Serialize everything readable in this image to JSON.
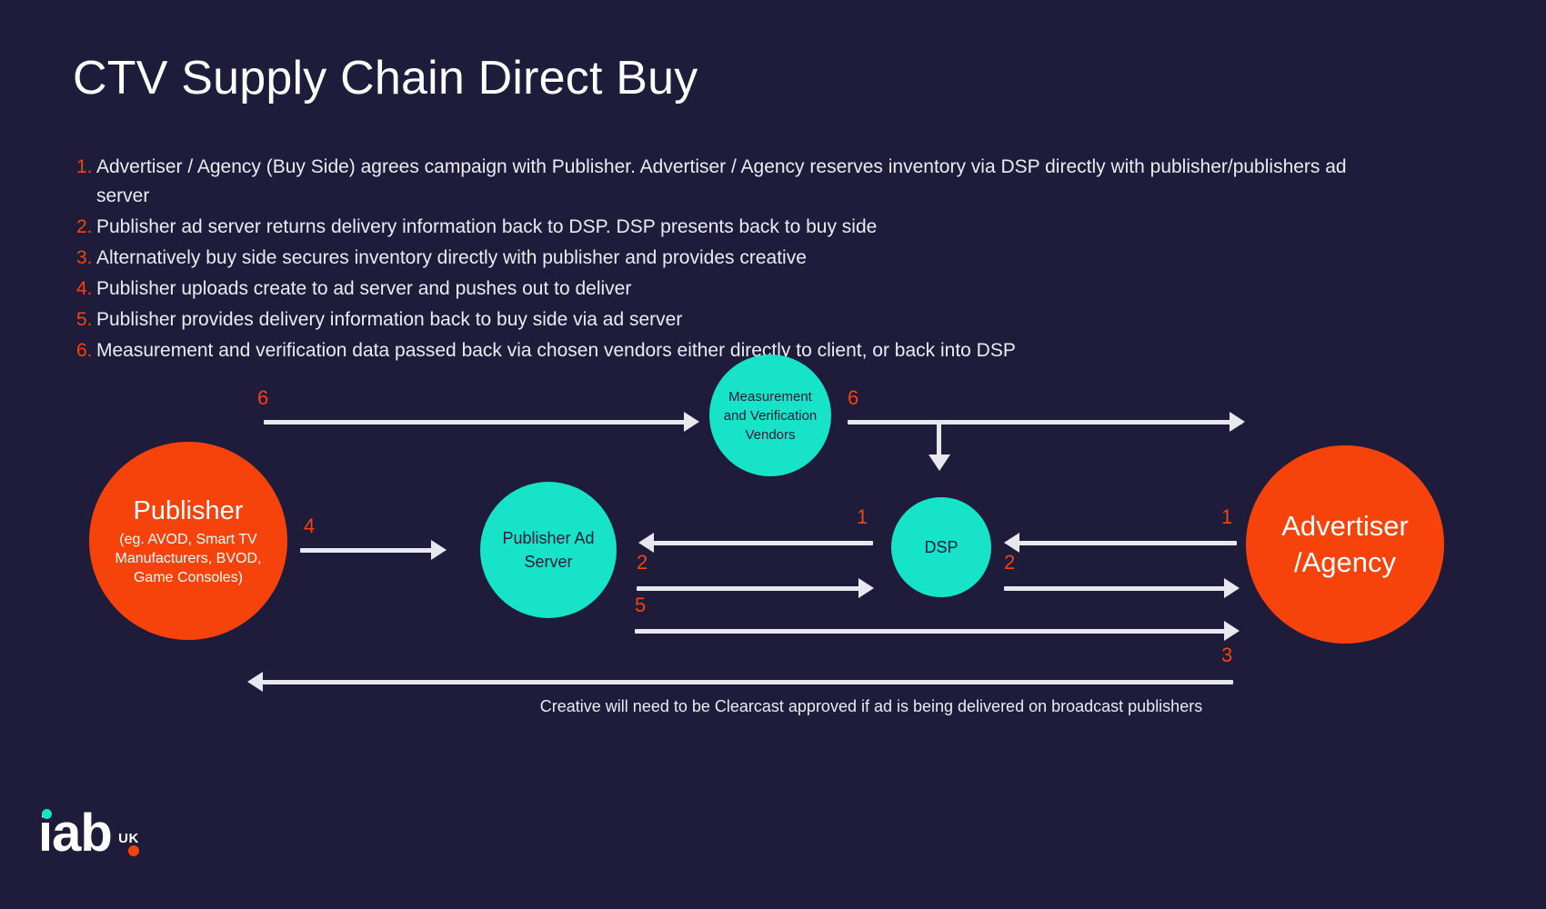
{
  "page": {
    "title": "CTV Supply Chain Direct Buy",
    "background_color": "#1e1c3a",
    "accent_orange": "#f6430b",
    "accent_teal": "#17e3c8",
    "text_color": "#eceaf2"
  },
  "steps": [
    {
      "num": "1.",
      "text": "Advertiser / Agency (Buy Side) agrees campaign with Publisher. Advertiser / Agency reserves inventory via DSP directly with publisher/publishers ad server"
    },
    {
      "num": "2.",
      "text": "Publisher ad server returns delivery information back to DSP. DSP presents back to buy side"
    },
    {
      "num": "3.",
      "text": "Alternatively buy side secures inventory directly with publisher and provides creative"
    },
    {
      "num": "4.",
      "text": "Publisher uploads create to ad server and pushes out to deliver"
    },
    {
      "num": "5.",
      "text": "Publisher provides delivery information back to buy side via ad server"
    },
    {
      "num": "6.",
      "text": "Measurement and verification data passed back via chosen vendors either directly to client, or back into DSP"
    }
  ],
  "diagram": {
    "nodes": {
      "publisher": {
        "title": "Publisher",
        "subtitle": "(eg. AVOD, Smart TV Manufacturers, BVOD, Game Consoles)",
        "color": "#f6430b"
      },
      "publisher_ad_server": {
        "label": "Publisher Ad Server",
        "color": "#17e3c8"
      },
      "dsp": {
        "label": "DSP",
        "color": "#17e3c8"
      },
      "measurement_vendors": {
        "label": "Measurement and Verification Vendors",
        "color": "#17e3c8"
      },
      "advertiser": {
        "line1": "Advertiser",
        "line2": "/Agency",
        "color": "#f6430b"
      }
    },
    "arrow_labels": {
      "pub_to_mvv": "6",
      "mvv_to_advertiser": "6",
      "pub_to_adserver": "4",
      "dsp_to_adserver": "1",
      "adserver_to_dsp": "2",
      "advertiser_to_dsp": "1",
      "dsp_to_advertiser": "2",
      "adserver_to_advertiser": "5",
      "advertiser_to_publisher": "3"
    },
    "caption": "Creative will need to be Clearcast approved if ad is being delivered on broadcast publishers"
  },
  "logo": {
    "name": "iab",
    "region": "UK"
  }
}
